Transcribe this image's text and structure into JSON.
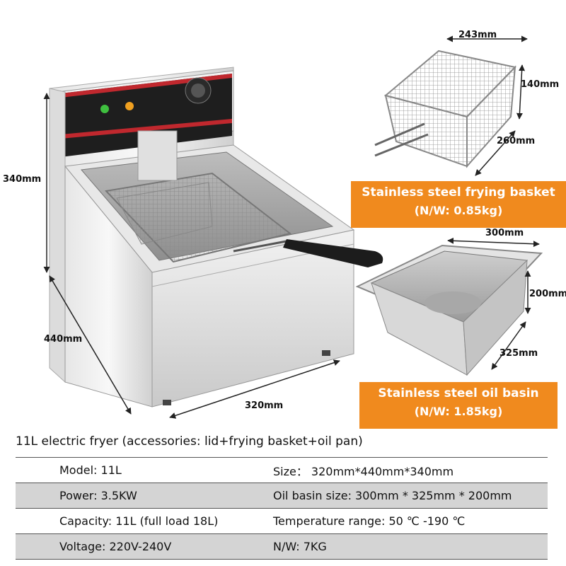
{
  "dimensions": {
    "fryer_height": "340mm",
    "fryer_depth": "440mm",
    "fryer_width": "320mm",
    "basket_width": "243mm",
    "basket_height": "140mm",
    "basket_length": "260mm",
    "basin_width": "300mm",
    "basin_height": "200mm",
    "basin_length": "325mm"
  },
  "banners": {
    "basket_title": "Stainless steel frying basket",
    "basket_weight": "(N/W: 0.85kg)",
    "basin_title": "Stainless steel oil basin",
    "basin_weight": "(N/W: 1.85kg)"
  },
  "caption": "11L electric fryer (accessories: lid+frying basket+oil pan)",
  "specs": [
    {
      "left": "Model: 11L",
      "right": "Size： 320mm*440mm*340mm"
    },
    {
      "left": "Power: 3.5KW",
      "right": "Oil basin size: 300mm * 325mm * 200mm"
    },
    {
      "left": "Capacity: 11L (full load 18L)",
      "right": "Temperature range: 50 ℃ -190 ℃"
    },
    {
      "left": "Voltage: 220V-240V",
      "right": "N/W:  7KG"
    }
  ],
  "colors": {
    "banner": "#f08a1e",
    "panel_stripe": "#c0282e",
    "green_lamp": "#3fbf3f",
    "orange_lamp": "#f0a020"
  }
}
